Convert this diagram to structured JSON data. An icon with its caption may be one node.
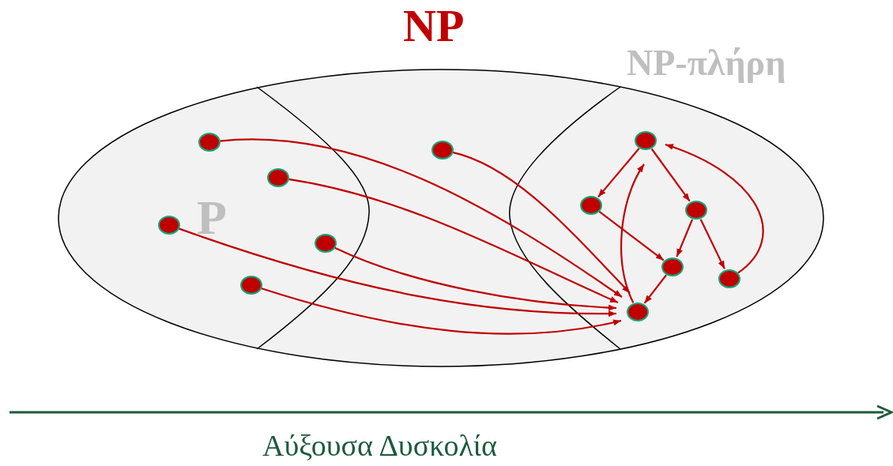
{
  "diagram": {
    "nodes": [
      {
        "text": [
          "NP"
        ]
      },
      {
        "text": [
          "P"
        ],
        "in": 0
      },
      {
        "text": [],
        "shape": "circle",
        "in": 1
      },
      {
        "text": [],
        "shape": "circle",
        "in": 1
      },
      {
        "text": [],
        "shape": "circle",
        "in": 1
      },
      {
        "text": [],
        "shape": "circle",
        "in": 1
      },
      {
        "text": [],
        "shape": "circle",
        "in": 1
      },
      {
        "text": [],
        "shape": "circle",
        "in": 0
      },
      {
        "text": [
          "NP-πλήρη"
        ],
        "in": 0
      },
      {
        "text": [],
        "shape": "circle",
        "in": 8
      },
      {
        "text": [],
        "shape": "circle",
        "in": 8
      },
      {
        "text": [],
        "shape": "circle",
        "in": 8
      },
      {
        "text": [],
        "shape": "circle",
        "in": 8
      },
      {
        "text": [],
        "shape": "circle",
        "in": 8
      },
      {
        "text": [],
        "shape": "circle",
        "in": 8
      }
    ],
    "edges": [
      {
        "from": 2,
        "to": 14,
        "arrow": "to"
      },
      {
        "from": 3,
        "to": 14,
        "arrow": "to"
      },
      {
        "from": 4,
        "to": 14,
        "arrow": "to"
      },
      {
        "from": 5,
        "to": 14,
        "arrow": "to"
      },
      {
        "from": 6,
        "to": 14,
        "arrow": "to"
      },
      {
        "from": 7,
        "to": 14,
        "arrow": "to"
      },
      {
        "from": 9,
        "to": 10,
        "arrow": "to"
      },
      {
        "from": 9,
        "to": 11,
        "arrow": "to"
      },
      {
        "from": 11,
        "to": 12,
        "arrow": "to"
      },
      {
        "from": 11,
        "to": 13,
        "arrow": "to"
      },
      {
        "from": 10,
        "to": 12,
        "arrow": "to"
      },
      {
        "from": 12,
        "to": 14,
        "arrow": "to"
      },
      {
        "from": 14,
        "to": 9,
        "arrow": "to"
      },
      {
        "from": 13,
        "to": 9,
        "arrow": "to"
      }
    ],
    "labels": [
      "Αύξουσα Δυσκολία"
    ]
  }
}
